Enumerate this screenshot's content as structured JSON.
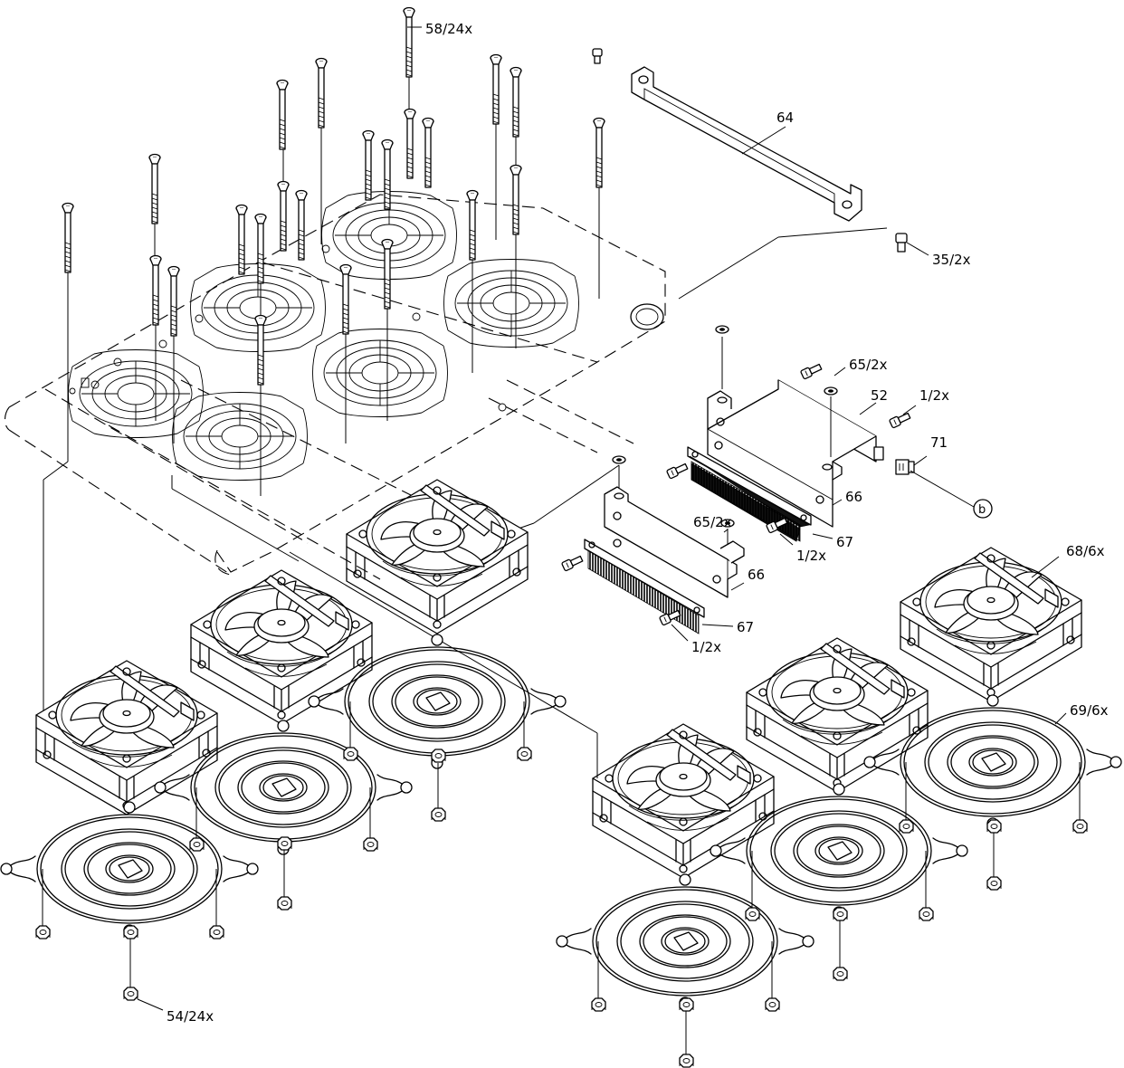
{
  "callouts": {
    "screw_long": "58/24x",
    "bracket": "64",
    "screw_bracket": "35/2x",
    "screw_upper": "65/2x",
    "plate_upper": "52",
    "screw_small_upper": "1/2x",
    "connector": "71",
    "ref_circle": "b",
    "screw_mid": "65/2x",
    "plate_mid": "66",
    "brush_mid": "67",
    "screw_small_mid": "1/2x",
    "plate_lower": "66",
    "brush_lower": "67",
    "screw_small_lower": "1/2x",
    "fan": "68/6x",
    "grille": "69/6x",
    "nut": "54/24x"
  }
}
